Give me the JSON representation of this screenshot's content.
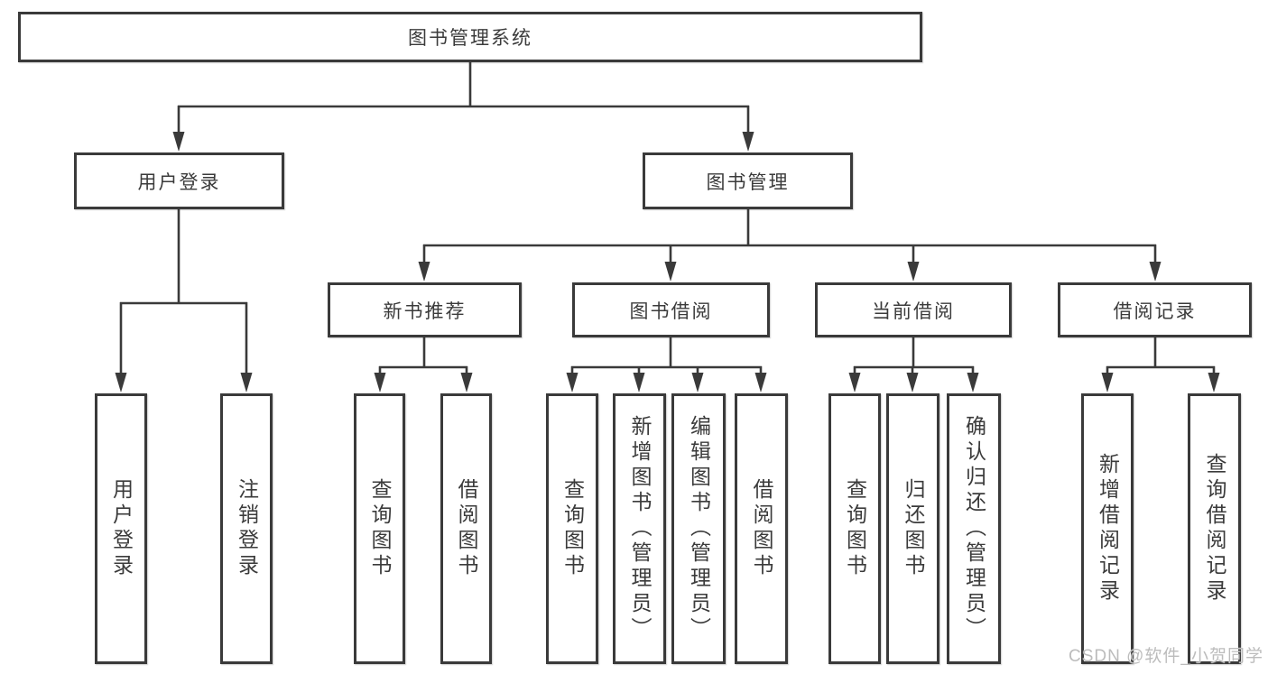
{
  "diagram": {
    "root": "图书管理系统",
    "branches": [
      {
        "label": "用户登录",
        "children": [
          "用户登录",
          "注销登录"
        ]
      },
      {
        "label": "图书管理",
        "sections": [
          {
            "label": "新书推荐",
            "children": [
              "查询图书",
              "借阅图书"
            ]
          },
          {
            "label": "图书借阅",
            "children": [
              "查询图书",
              "新增图书（管理员）",
              "编辑图书（管理员）",
              "借阅图书"
            ]
          },
          {
            "label": "当前借阅",
            "children": [
              "查询图书",
              "归还图书",
              "确认归还（管理员）"
            ]
          },
          {
            "label": "借阅记录",
            "children": [
              "新增借阅记录",
              "查询借阅记录"
            ]
          }
        ]
      }
    ]
  },
  "watermark": "CSDN @软件_小贺同学",
  "colors": {
    "line": "#3a3a3a",
    "box_border": "#3a3a3a",
    "text": "#3b3b3b",
    "watermark": "#bcbcbc",
    "background": "#ffffff"
  }
}
